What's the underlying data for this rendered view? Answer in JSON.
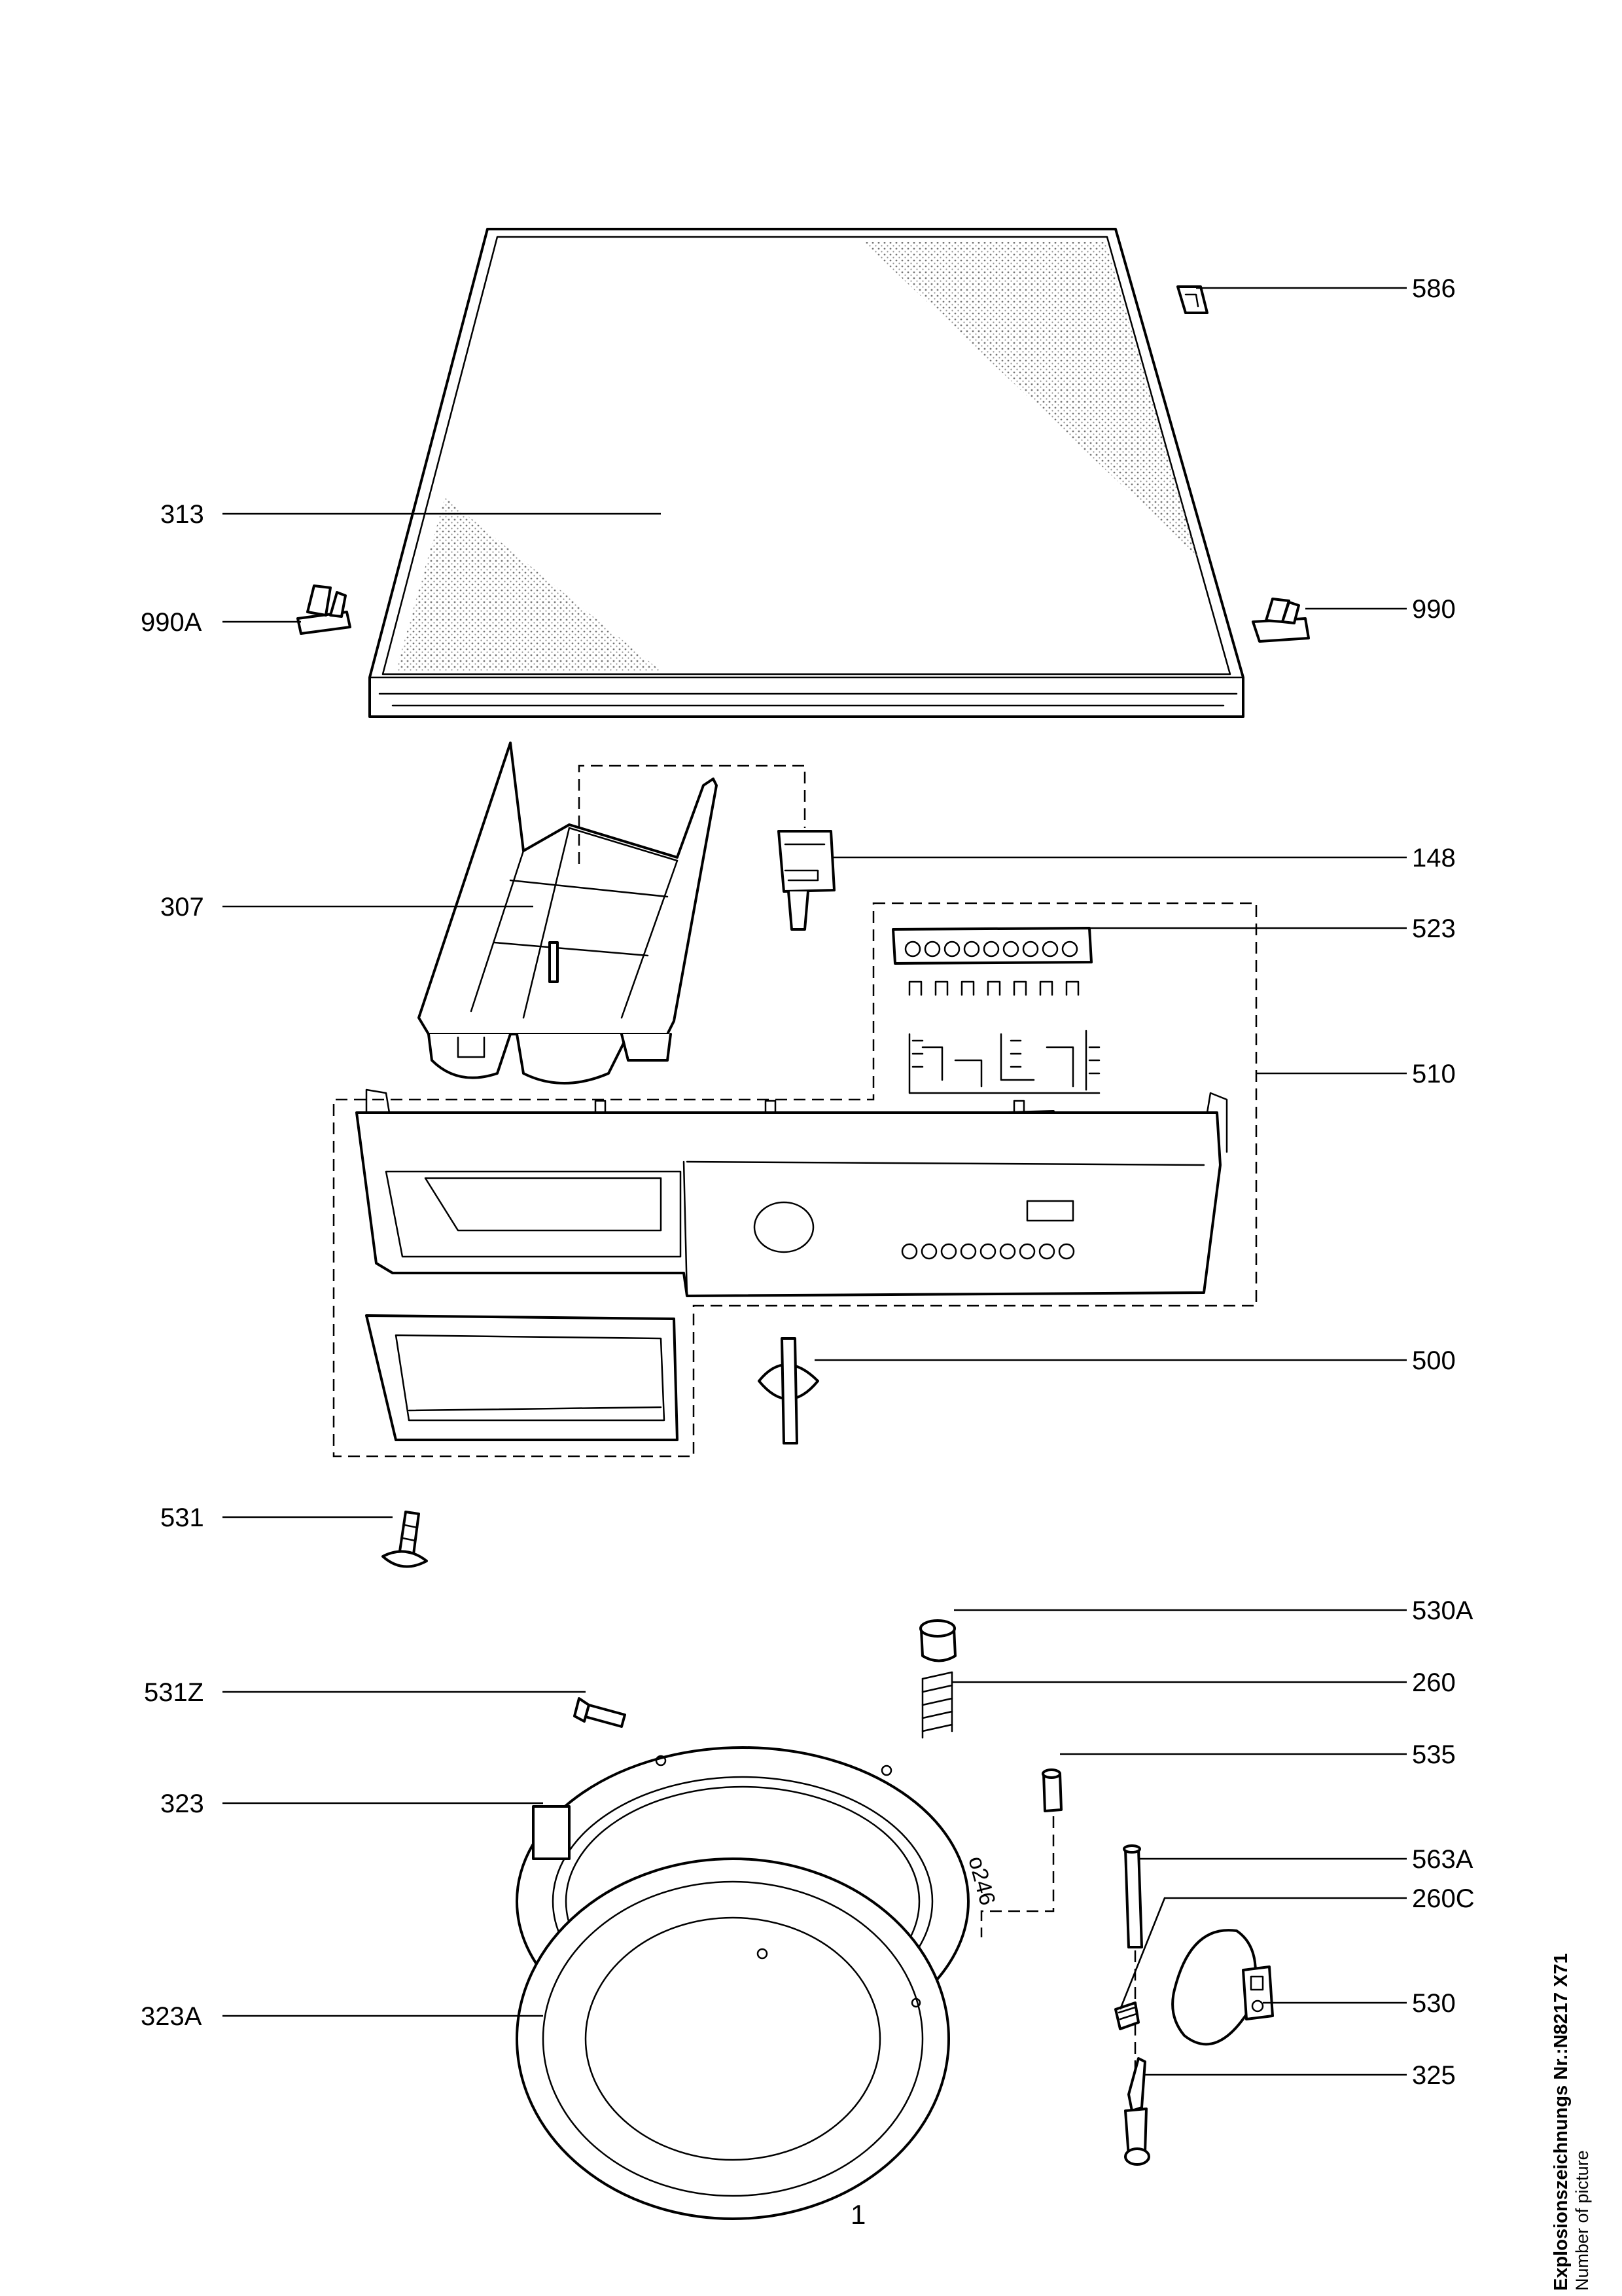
{
  "callouts": [
    {
      "id": "586",
      "label": "586"
    },
    {
      "id": "313",
      "label": "313"
    },
    {
      "id": "990A",
      "label": "990A"
    },
    {
      "id": "990",
      "label": "990"
    },
    {
      "id": "148",
      "label": "148"
    },
    {
      "id": "307",
      "label": "307"
    },
    {
      "id": "523",
      "label": "523"
    },
    {
      "id": "510",
      "label": "510"
    },
    {
      "id": "500",
      "label": "500"
    },
    {
      "id": "531",
      "label": "531"
    },
    {
      "id": "530A",
      "label": "530A"
    },
    {
      "id": "531Z",
      "label": "531Z"
    },
    {
      "id": "260",
      "label": "260"
    },
    {
      "id": "535",
      "label": "535"
    },
    {
      "id": "323",
      "label": "323"
    },
    {
      "id": "563A",
      "label": "563A"
    },
    {
      "id": "260C",
      "label": "260C"
    },
    {
      "id": "530",
      "label": "530"
    },
    {
      "id": "323A",
      "label": "323A"
    },
    {
      "id": "325",
      "label": "325"
    }
  ],
  "footer": {
    "page_number": "1",
    "explosion_label": "Explosionszeichnungs Nr.:N8217 X71",
    "picture_label": "Number of picture"
  }
}
